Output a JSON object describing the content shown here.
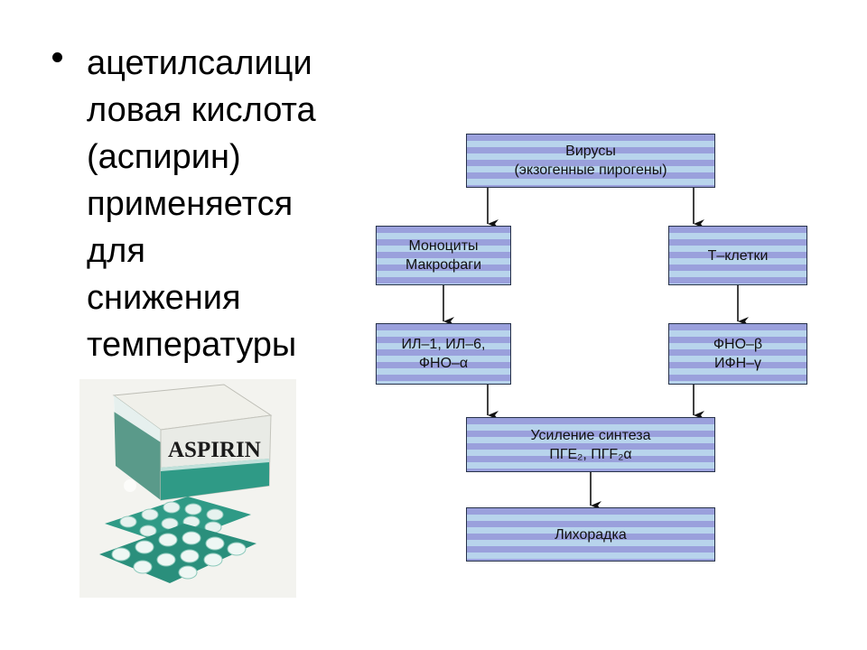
{
  "slide": {
    "bullet_lines": [
      "ацетилсалици",
      "ловая кислота",
      "(аспирин)",
      "применяется",
      "для",
      "снижения",
      "температуры"
    ],
    "photo": {
      "brand_text": "ASPIRIN"
    }
  },
  "diagram": {
    "nodes": [
      {
        "id": "viruses",
        "lines": [
          "Вирусы",
          "(экзогенные пирогены)"
        ]
      },
      {
        "id": "monocytes",
        "lines": [
          "Моноциты",
          "Макрофаги"
        ]
      },
      {
        "id": "tcells",
        "lines": [
          "Т–клетки"
        ]
      },
      {
        "id": "il",
        "lines": [
          "ИЛ–1, ИЛ–6,",
          "ФНО–α"
        ]
      },
      {
        "id": "fno",
        "lines": [
          "ФНО–β",
          "ИФН–γ"
        ]
      },
      {
        "id": "synthesis",
        "lines": [
          "Усиление синтеза",
          "ПГЕ₂, ПГF₂α"
        ]
      },
      {
        "id": "fever",
        "lines": [
          "Лихорадка"
        ]
      }
    ],
    "colors": {
      "stripe_dark": "#9aa0dc",
      "stripe_light": "#b8d4ec",
      "border": "#27324a"
    }
  }
}
